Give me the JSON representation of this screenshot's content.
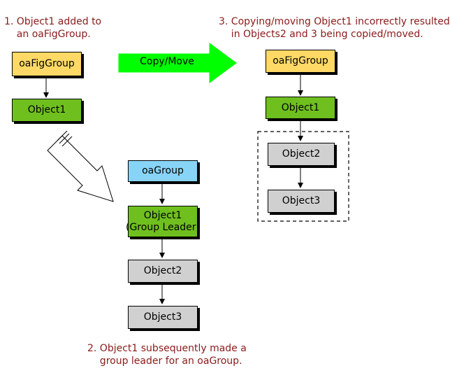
{
  "captions": {
    "step1": "1. Object1 added to\n    an oaFigGroup.",
    "step2": "2. Object1 subsequently made a\n    group leader for an oaGroup.",
    "step3": "3. Copying/moving Object1 incorrectly resulted\n    in Objects2 and 3 being copied/moved."
  },
  "arrow_label": "Copy/Move",
  "boxes": {
    "left_figgroup": "oaFigGroup",
    "left_object1": "Object1",
    "mid_group": "oaGroup",
    "mid_object1": "Object1\n(Group Leader)",
    "mid_object2": "Object2",
    "mid_object3": "Object3",
    "right_figgroup": "oaFigGroup",
    "right_object1": "Object1",
    "right_object2": "Object2",
    "right_object3": "Object3"
  },
  "colors": {
    "caption": "#8b1a1a",
    "figgroup": "#ffd966",
    "object1": "#6fbf1f",
    "group": "#87d4f7",
    "object": "#d0d0d0",
    "copy_arrow": "#00ff00"
  }
}
